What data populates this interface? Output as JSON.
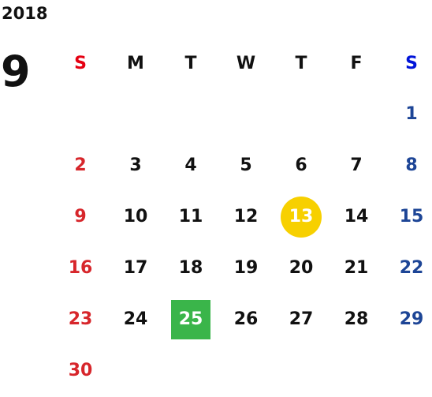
{
  "calendar": {
    "year": "2018",
    "month": "9",
    "weekdays": [
      "S",
      "M",
      "T",
      "W",
      "T",
      "F",
      "S"
    ],
    "first_weekday_index": 6,
    "days_in_month": 30,
    "today": 13,
    "highlighted_day": 25
  },
  "colors": {
    "sunday_header": "#e50012",
    "saturday_header": "#0014d9",
    "sunday": "#d7262b",
    "saturday": "#1d4596",
    "weekday": "#111111",
    "today_circle": "#f7d000",
    "highlight_square": "#3ab54a"
  }
}
